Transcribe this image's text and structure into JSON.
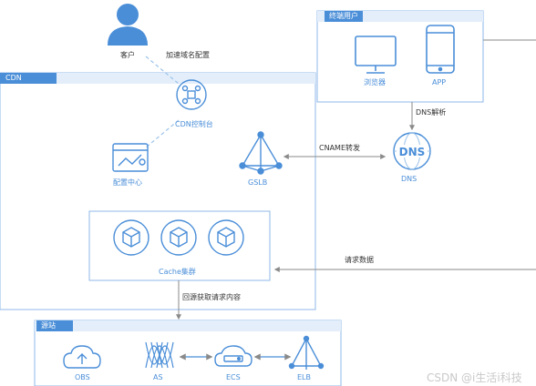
{
  "nodes": {
    "customer": "客户",
    "accelerate_config": "加速域名配置",
    "cdn_console": "CDN控制台",
    "config_center": "配置中心",
    "gslb": "GSLB",
    "cname_forward": "CNAME转发",
    "dns": "DNS",
    "dns_icon_text": "DNS",
    "dns_resolve": "DNS解析",
    "browser": "浏览器",
    "app": "APP",
    "cache_cluster": "Cache集群",
    "request_data": "请求数据",
    "back_to_origin": "回源获取请求内容",
    "obs": "OBS",
    "as": "AS",
    "ecs": "ECS",
    "elb": "ELB"
  },
  "groups": {
    "terminal_users": "终端用户",
    "cdn": "CDN",
    "origin": "源站"
  },
  "watermark": "CSDN @i生活i科技",
  "colors": {
    "accent": "#4a8ed8",
    "border": "#8fb8e8",
    "dashed": "#9cc3ea",
    "arrow": "#8a8a8a"
  }
}
